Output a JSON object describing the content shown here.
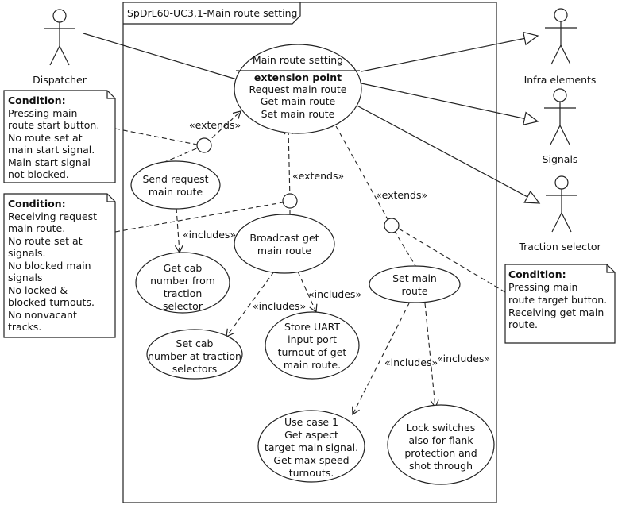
{
  "frame": {
    "title": "SpDrL60-UC3,1-Main route setting"
  },
  "actors": {
    "dispatcher": "Dispatcher",
    "infra": "Infra elements",
    "signals": "Signals",
    "traction": "Traction selector"
  },
  "main_usecase": {
    "name": "Main route setting",
    "ext_header": "extension point",
    "ext_points": [
      "Request main route",
      "Get main route",
      "Set main route"
    ]
  },
  "usecases": {
    "send_request": [
      "Send request",
      "main route"
    ],
    "broadcast": [
      "Broadcast get",
      "main route"
    ],
    "set_main": [
      "Set main",
      "route"
    ],
    "get_cab": [
      "Get cab",
      "number from",
      "traction",
      "selector"
    ],
    "set_cab": [
      "Set cab",
      "number at traction",
      "selectors"
    ],
    "store_uart": [
      "Store UART",
      "input port",
      "turnout of get",
      "main route."
    ],
    "usecase1": [
      "Use case 1",
      "Get aspect",
      "target main signal.",
      "Get max speed",
      "turnouts."
    ],
    "lock": [
      "Lock switches",
      "also for flank",
      "protection and",
      "shot through"
    ]
  },
  "notes": {
    "note1": {
      "heading": "Condition:",
      "lines": [
        "Pressing main",
        "route start button.",
        "No route set at",
        "main start signal.",
        "Main start signal",
        "not blocked."
      ]
    },
    "note2": {
      "heading": "Condition:",
      "lines": [
        "Receiving request",
        "main route.",
        "No route set at",
        "signals.",
        "No blocked main",
        "signals",
        "No locked &",
        "blocked turnouts.",
        "No nonvacant",
        "tracks."
      ]
    },
    "note3": {
      "heading": "Condition:",
      "lines": [
        "Pressing main",
        "route target button.",
        "Receiving get main",
        "route."
      ]
    }
  },
  "stereotypes": {
    "extends": "«extends»",
    "includes": "«includes»"
  }
}
